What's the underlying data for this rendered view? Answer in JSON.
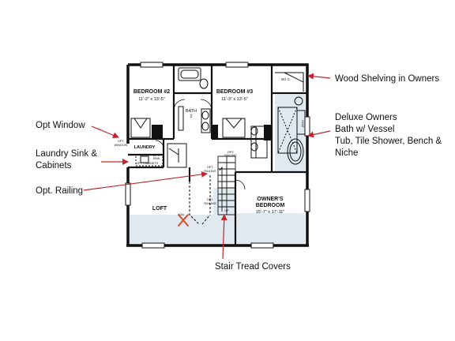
{
  "plan": {
    "rooms": {
      "bedroom2": {
        "name": "BEDROOM #2",
        "size": "11'-2\" x 13'-5\""
      },
      "bedroom3": {
        "name": "BEDROOM #3",
        "size": "11'-3\" x 13'-5\""
      },
      "bath2": {
        "name": "BATH",
        "number": "2"
      },
      "laundry": {
        "name": "LAUNDRY"
      },
      "loft": {
        "name": "LOFT"
      },
      "owners_bedroom": {
        "name": "OWNER'S",
        "name2": "BEDROOM",
        "size": "15'-7\" x 17'-11\""
      },
      "wic": {
        "name": "W.I.C."
      }
    },
    "small_labels": {
      "opt_window": [
        "OPT.",
        "WINDOW"
      ],
      "opt_sink": [
        "OPT.",
        "SINK"
      ],
      "opt_cabinets": "OPT. CABINETS",
      "opt_railing_1": [
        "OPT.",
        "RAILING"
      ],
      "opt_railing_2": [
        "OPT.",
        "RAILING"
      ],
      "opt_railing_3": [
        "OPT.",
        "RAILING"
      ],
      "seat": "SEAT",
      "up": "UP",
      "dn": "DN"
    }
  },
  "callouts": {
    "wood_shelving": "Wood Shelving in Owners",
    "deluxe_owners": [
      "Deluxe Owners",
      "Bath w/ Vessel",
      "Tub, Tile Shower, Bench &",
      "Niche"
    ],
    "opt_window": "Opt Window",
    "laundry_sink": [
      "Laundry Sink &",
      "Cabinets"
    ],
    "opt_railing": "Opt. Railing",
    "stair_tread": "Stair Tread Covers"
  },
  "colors": {
    "wall": "#111111",
    "owner_floor": "#dfe9ef",
    "arrow": "#c0262b",
    "marker": "#d64d2e"
  }
}
